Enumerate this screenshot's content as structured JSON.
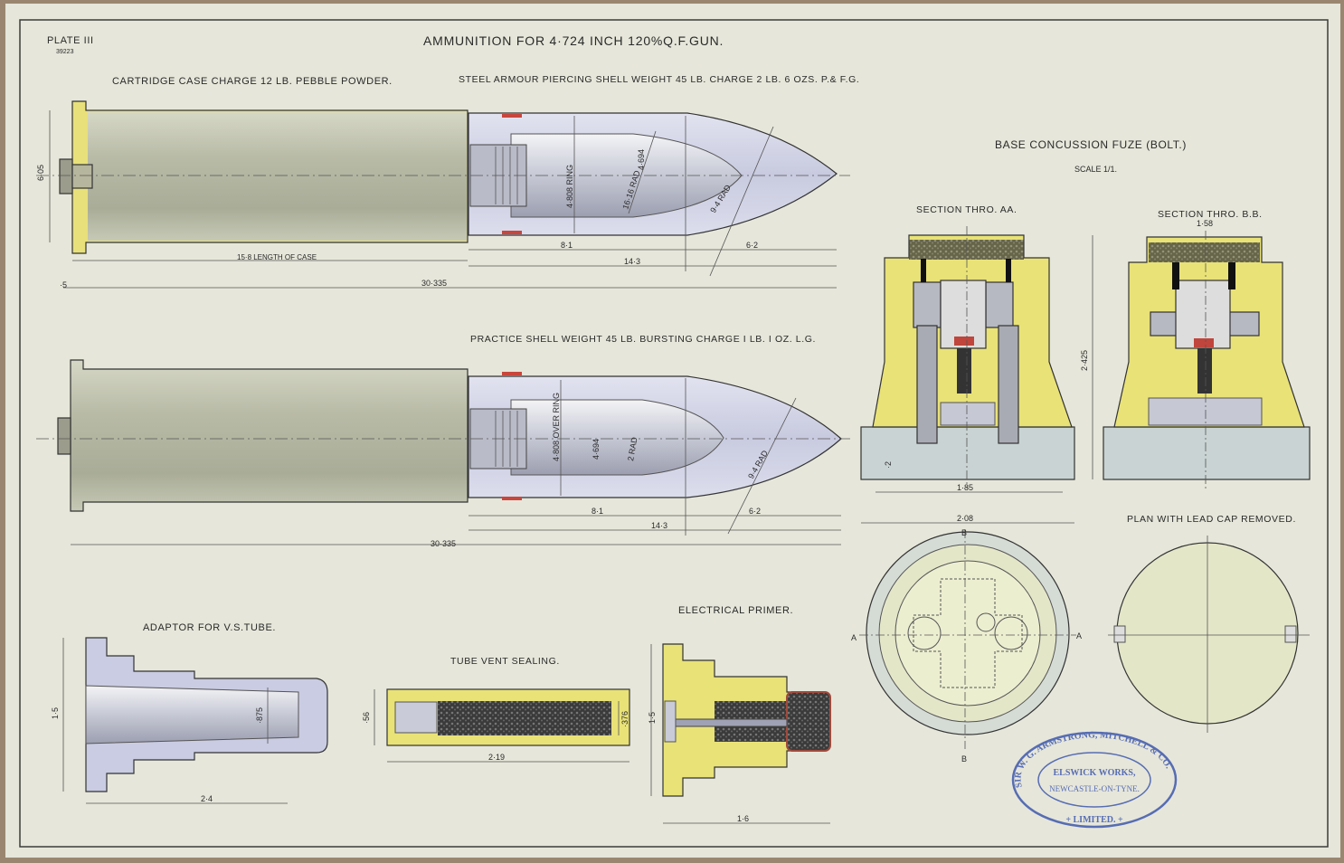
{
  "plate": {
    "label": "PLATE III",
    "number": "39223"
  },
  "title": "AMMUNITION FOR 4·724 INCH 120%Q.F.GUN.",
  "cartridge": {
    "caption": "CARTRIDGE CASE CHARGE 12 LB. PEBBLE POWDER.",
    "dims": {
      "height": "6·05",
      "case_length": "15·8 LENGTH OF CASE",
      "rim": "·5",
      "overall": "30·335"
    }
  },
  "ap_shell": {
    "caption": "STEEL ARMOUR PIERCING SHELL WEIGHT 45 LB. CHARGE 2 LB. 6 OZS. P.& F.G.",
    "dims": {
      "ring": "4·808 RING",
      "body": "4·694",
      "inner_rad": "16·16 RAD",
      "rad": "9·4 RAD",
      "a": "8·1",
      "b": "14·3",
      "c": "6·2"
    }
  },
  "practice_shell": {
    "caption": "PRACTICE SHELL WEIGHT 45 LB. BURSTING CHARGE I LB. I OZ. L.G.",
    "dims": {
      "ring": "4·808 OVER RING",
      "body": "4·694",
      "inner_rad": "2 RAD",
      "rad": "9·4 RAD",
      "a": "8·1",
      "b": "14·3",
      "c": "6·2",
      "overall": "30·335"
    }
  },
  "fuze": {
    "title": "BASE CONCUSSION FUZE (BOLT.)",
    "scale": "SCALE 1/1.",
    "section_aa": "SECTION THRO. AA.",
    "section_bb": "SECTION THRO. B.B.",
    "plan": "PLAN WITH LEAD CAP REMOVED.",
    "dims": {
      "bb_width": "1·58",
      "height": "2·425",
      "base": "·2",
      "width": "1·85",
      "outer": "2·08"
    },
    "markers": {
      "a": "A",
      "b": "B"
    }
  },
  "adaptor": {
    "caption": "ADAPTOR FOR V.S.TUBE.",
    "dims": {
      "height": "1·5",
      "bore": "·875",
      "length": "2·4"
    }
  },
  "tube_vent": {
    "caption": "TUBE VENT SEALING.",
    "dims": {
      "height": "·56",
      "bore": "·376",
      "length": "2·19"
    }
  },
  "primer": {
    "caption": "ELECTRICAL PRIMER.",
    "dims": {
      "height": "1·5",
      "length": "1·6"
    }
  },
  "stamp": {
    "outer": "SIR W. G. ARMSTRONG, MITCHELL & CO.",
    "line1": "ELSWICK WORKS,",
    "line2": "NEWCASTLE-ON-TYNE.",
    "bottom": "+ LIMITED. +"
  },
  "colors": {
    "paper": "#e8e8dd",
    "yellow": "#e9e277",
    "steel": "#d4d6ea",
    "case": "#b9bca8",
    "stamp": "#3e58ad"
  }
}
